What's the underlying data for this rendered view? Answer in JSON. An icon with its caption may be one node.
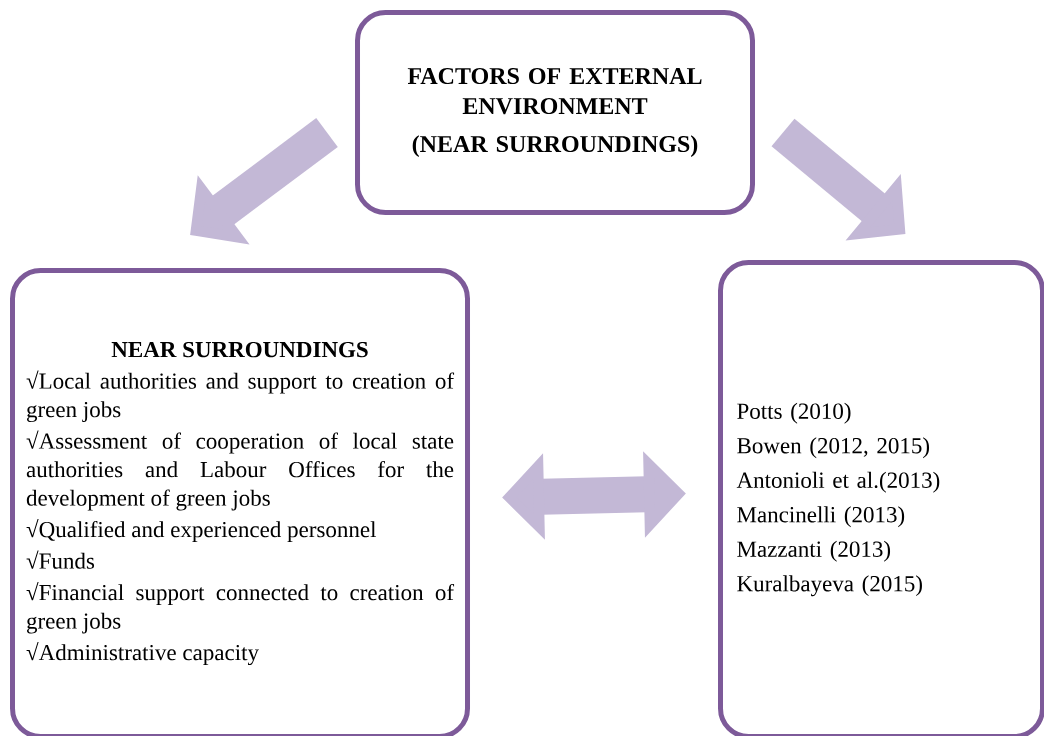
{
  "diagram": {
    "nodes": [
      {
        "text": [
          "FACTORS OF EXTERNAL ENVIRONMENT",
          "(NEAR SURROUNDINGS)"
        ]
      },
      {
        "text": [
          "NEAR SURROUNDINGS",
          "√Local authorities and support to creation of green jobs",
          "√Assessment of cooperation of local state authorities and Labour Offices for the development of green jobs",
          "√Qualified and experienced personnel",
          "√Funds",
          "√Financial support connected to creation of green jobs",
          "√Administrative capacity"
        ]
      },
      {
        "text": [
          "Potts (2010)",
          "Bowen (2012, 2015)",
          "Antonioli et al.(2013)",
          "Mancinelli (2013)",
          "Mazzanti (2013)",
          "Kuralbayeva (2015)"
        ]
      }
    ],
    "edges": [
      {
        "from": 0,
        "to": 1,
        "arrow": "to"
      },
      {
        "from": 0,
        "to": 2,
        "arrow": "to"
      },
      {
        "from": 1,
        "to": 2,
        "arrow": "both"
      }
    ]
  }
}
